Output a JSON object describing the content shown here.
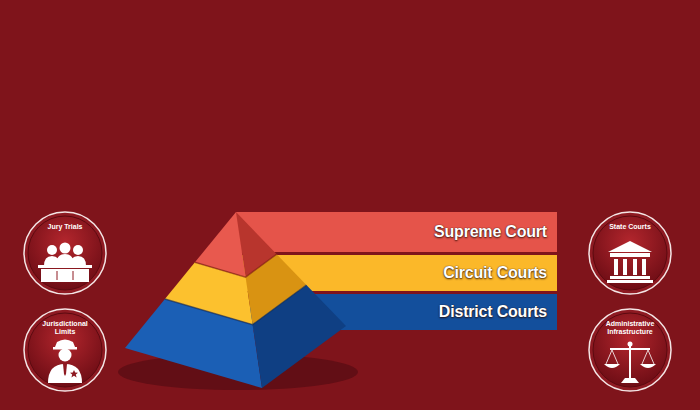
{
  "diagram": {
    "nodes": [
      {
        "text": [
          "Jury Trials"
        ]
      },
      {
        "text": [
          "Jurisdictional Limits"
        ]
      },
      {
        "text": [
          "Supreme Court"
        ]
      },
      {
        "text": [
          "Circuit Courts"
        ]
      },
      {
        "text": [
          "District Courts"
        ]
      },
      {
        "text": [
          "State Courts"
        ]
      },
      {
        "text": [
          "Administrative Infrastructure"
        ]
      }
    ]
  }
}
